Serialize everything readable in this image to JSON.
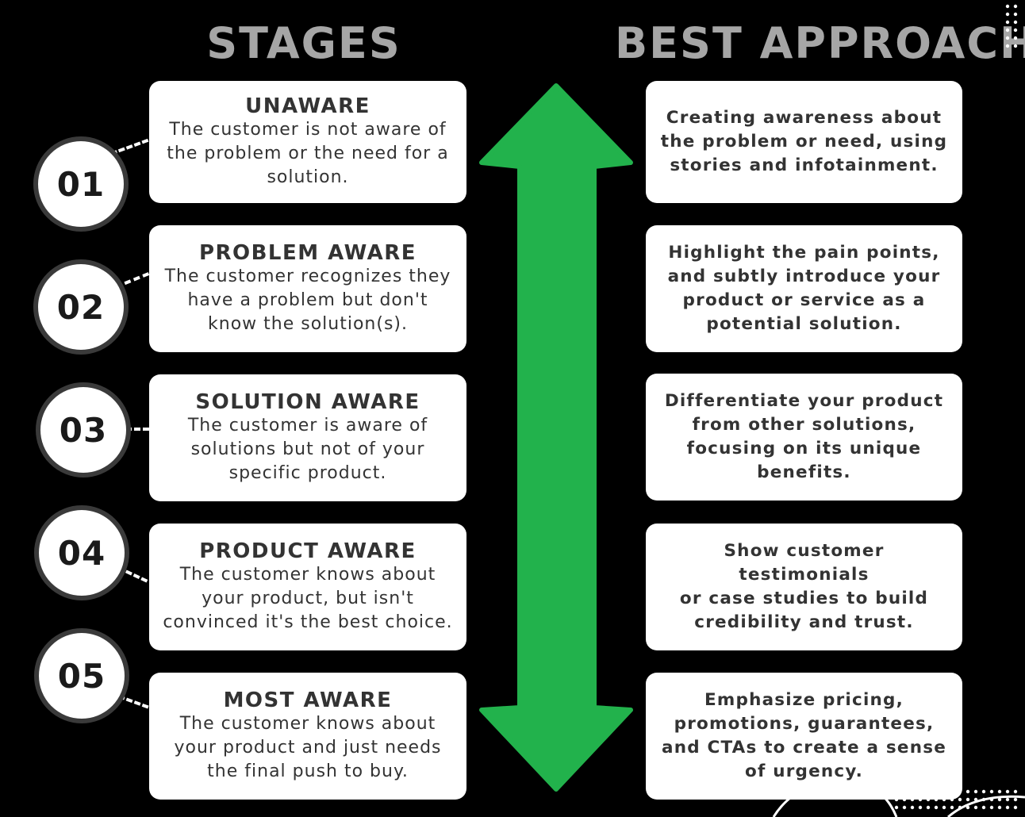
{
  "headings": {
    "stages": "STAGES",
    "approach": "BEST APPROACH"
  },
  "stages": [
    {
      "number": "01",
      "title": "UNAWARE",
      "lines": [
        "The customer is not aware of",
        "the problem or the need for a",
        "solution."
      ]
    },
    {
      "number": "02",
      "title": "PROBLEM AWARE",
      "lines": [
        "The customer recognizes they",
        "have a problem but don't",
        "know the solution(s)."
      ]
    },
    {
      "number": "03",
      "title": "SOLUTION AWARE",
      "lines": [
        "The customer is aware of",
        "solutions but not of your",
        "specific product."
      ]
    },
    {
      "number": "04",
      "title": "PRODUCT AWARE",
      "lines": [
        "The customer knows about",
        "your product, but isn't",
        "convinced it's the best choice."
      ]
    },
    {
      "number": "05",
      "title": "MOST AWARE",
      "lines": [
        "The customer knows about",
        "your product and just needs",
        "the final push to buy."
      ]
    }
  ],
  "approaches": [
    {
      "lines": [
        "Creating awareness about",
        "the problem or need, using",
        "stories and infotainment."
      ]
    },
    {
      "lines": [
        "Highlight the pain points,",
        "and subtly introduce your",
        "product or service as a",
        "potential solution."
      ]
    },
    {
      "lines": [
        "Differentiate your product",
        "from other solutions,",
        "focusing on its unique",
        "benefits."
      ]
    },
    {
      "lines": [
        "Show customer testimonials",
        "or case studies to build",
        "credibility and trust."
      ]
    },
    {
      "lines": [
        "Emphasize pricing,",
        "promotions, guarantees,",
        "and CTAs to create a sense",
        "of urgency."
      ]
    }
  ],
  "colors": {
    "background": "#000000",
    "arrow": "#22b24c",
    "heading": "#a6a6a6",
    "card": "#ffffff",
    "text": "#333333"
  },
  "icons": {
    "arrow": "double-headed-vertical-arrow",
    "dots": "dot-grid-decoration"
  }
}
